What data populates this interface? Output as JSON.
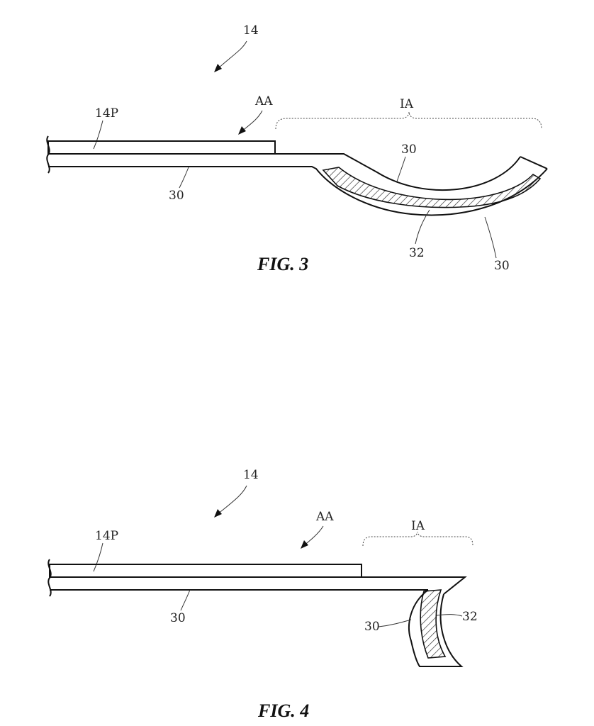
{
  "figures": [
    {
      "caption": "FIG. 3",
      "labels": {
        "device": "14",
        "panel": "14P",
        "active_area": "AA",
        "inactive_area": "IA",
        "substrate_main": "30",
        "substrate_bend_top": "30",
        "substrate_bend_bottom": "30",
        "stiffener": "32"
      }
    },
    {
      "caption": "FIG. 4",
      "labels": {
        "device": "14",
        "panel": "14P",
        "active_area": "AA",
        "inactive_area": "IA",
        "substrate_main": "30",
        "substrate_bend": "30",
        "stiffener": "32"
      }
    }
  ],
  "colors": {
    "line": "#111111",
    "background": "#ffffff",
    "hatch": "#333333"
  }
}
